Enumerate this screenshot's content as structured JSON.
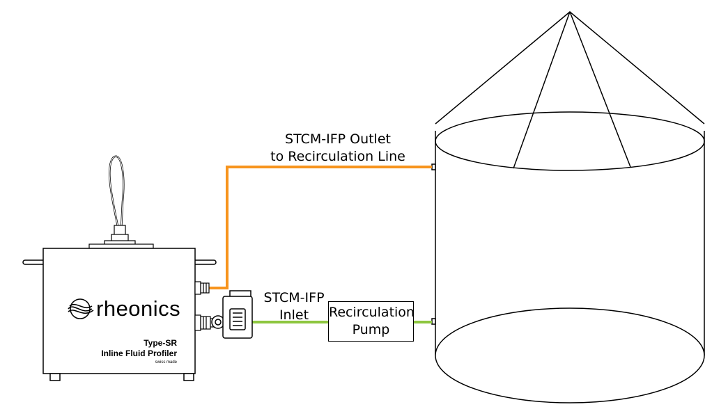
{
  "labels": {
    "outlet_line1": "STCM-IFP Outlet",
    "outlet_line2": "to Recirculation Line",
    "inlet_line1": "STCM-IFP",
    "inlet_line2": "Inlet",
    "pump_line1": "Recirculation",
    "pump_line2": "Pump"
  },
  "device": {
    "brand": "rheonics",
    "type": "Type-SR",
    "name": "Inline Fluid Profiler",
    "made": "swiss made"
  },
  "colors": {
    "outlet_line": "#F7941D",
    "inlet_line": "#8DC63F",
    "stroke": "#000000"
  },
  "icons": {
    "brand_logo": "rheonics-wave-logo"
  }
}
